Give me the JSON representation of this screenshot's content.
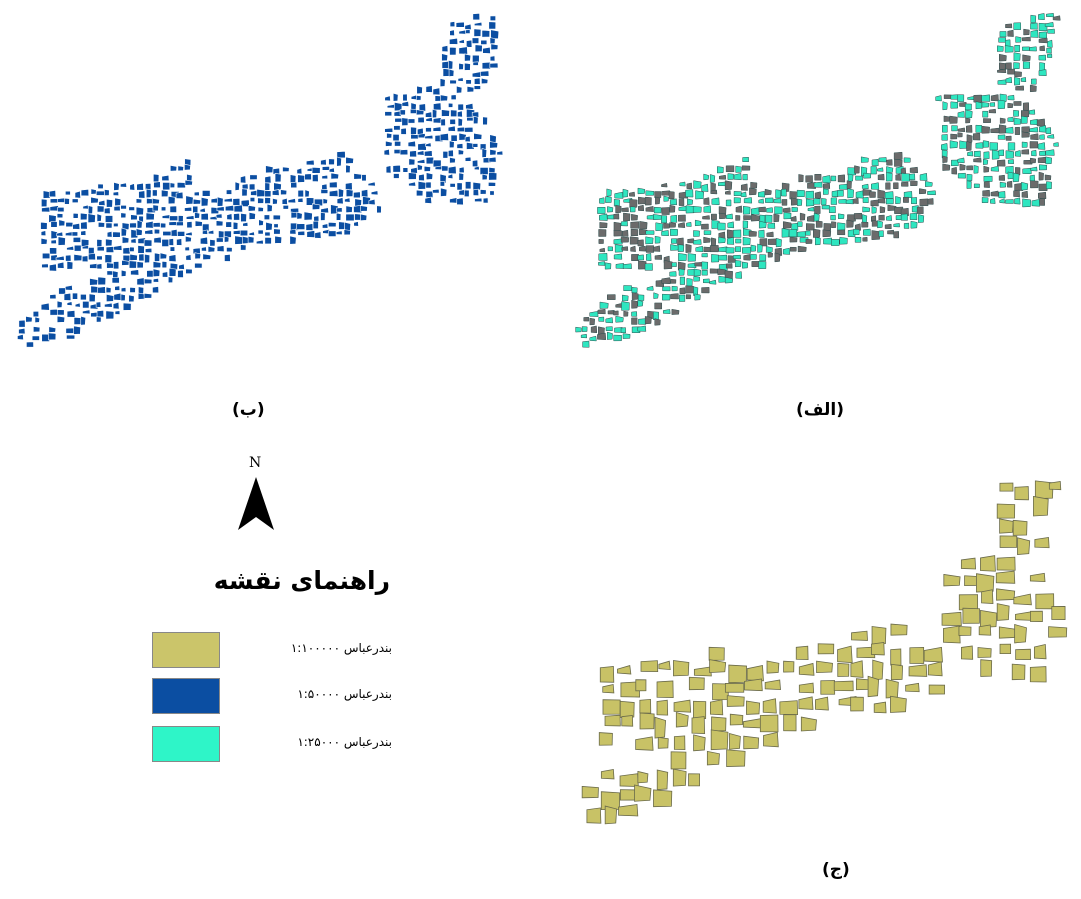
{
  "maps": {
    "alef": {
      "caption": "(الف)",
      "fill_a": "#2ee6c0",
      "fill_b": "#6b6b6b",
      "stroke": "#2f4f4f"
    },
    "be": {
      "caption": "(ب)",
      "fill_a": "#0b4ea2",
      "stroke": "#ffffff"
    },
    "jim": {
      "caption": "(ج)",
      "fill_a": "#c8c266",
      "stroke": "#6b6b4a"
    }
  },
  "north_arrow": {
    "letter": "N",
    "icon": "north-arrow-icon"
  },
  "legend": {
    "title": "راهنمای نقشه",
    "items": [
      {
        "label": "بندرعباس ۱:۱۰۰۰۰۰",
        "color": "#cbc56a"
      },
      {
        "label": "بندرعباس ۱:۵۰۰۰۰",
        "color": "#0b4ea2"
      },
      {
        "label": "بندرعباس ۱:۲۵۰۰۰",
        "color": "#2ef5c8"
      }
    ]
  }
}
